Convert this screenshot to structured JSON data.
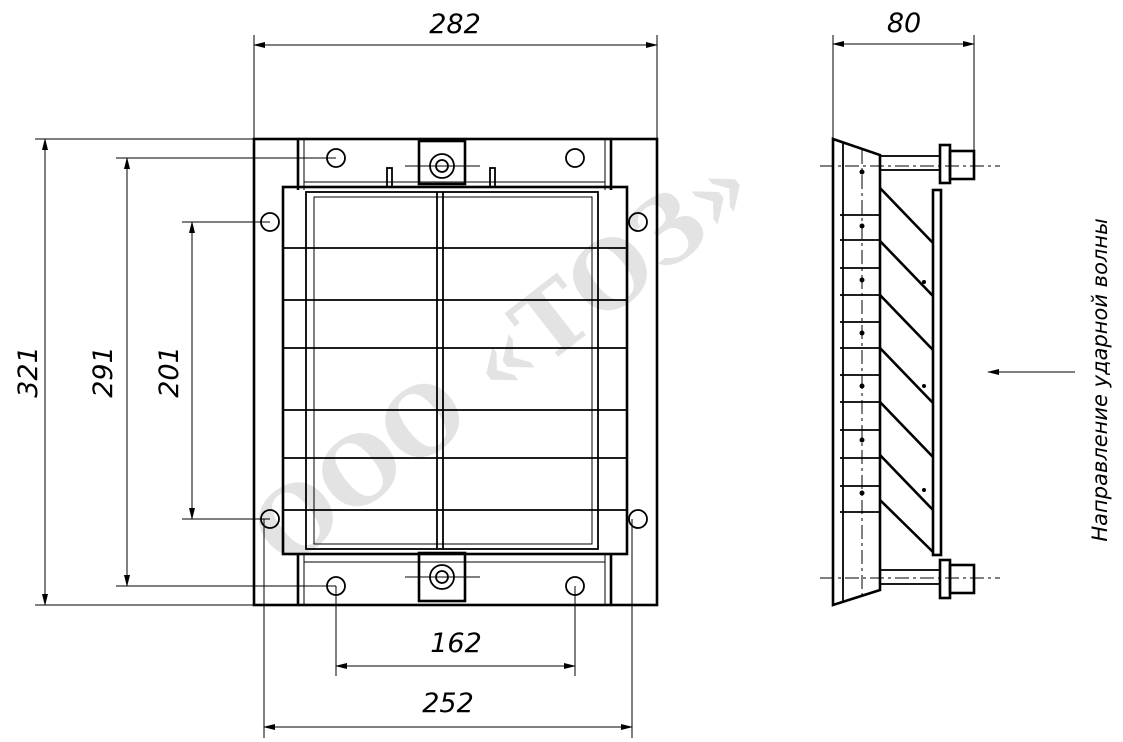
{
  "watermark": "ООО «ТОЗ»",
  "dimensions": {
    "overall_width": "282",
    "side_depth": "80",
    "overall_height": "321",
    "mount_height": "291",
    "inner_height": "201",
    "bottom_hole_spacing": "162",
    "bottom_width": "252"
  },
  "side_view_note": "Направление ударной волны",
  "colors": {
    "line": "#000000",
    "watermark": "#e3e3e3",
    "background": "#ffffff"
  }
}
